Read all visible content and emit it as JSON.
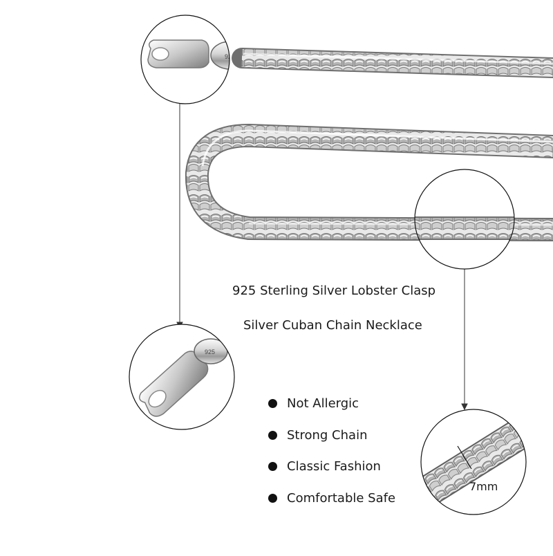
{
  "product": {
    "line1": "925 Sterling Silver Lobster Clasp",
    "line2": "Silver Cuban Chain Necklace"
  },
  "features": [
    "Not Allergic",
    "Strong Chain",
    "Classic Fashion",
    "Comfortable Safe"
  ],
  "clasp_stamp": "925",
  "measurement": "7mm",
  "colors": {
    "silver": "#d9d9d9",
    "silver_dark": "#8c8c8c",
    "silver_light": "#f7f7f7",
    "outline": "#222222"
  }
}
